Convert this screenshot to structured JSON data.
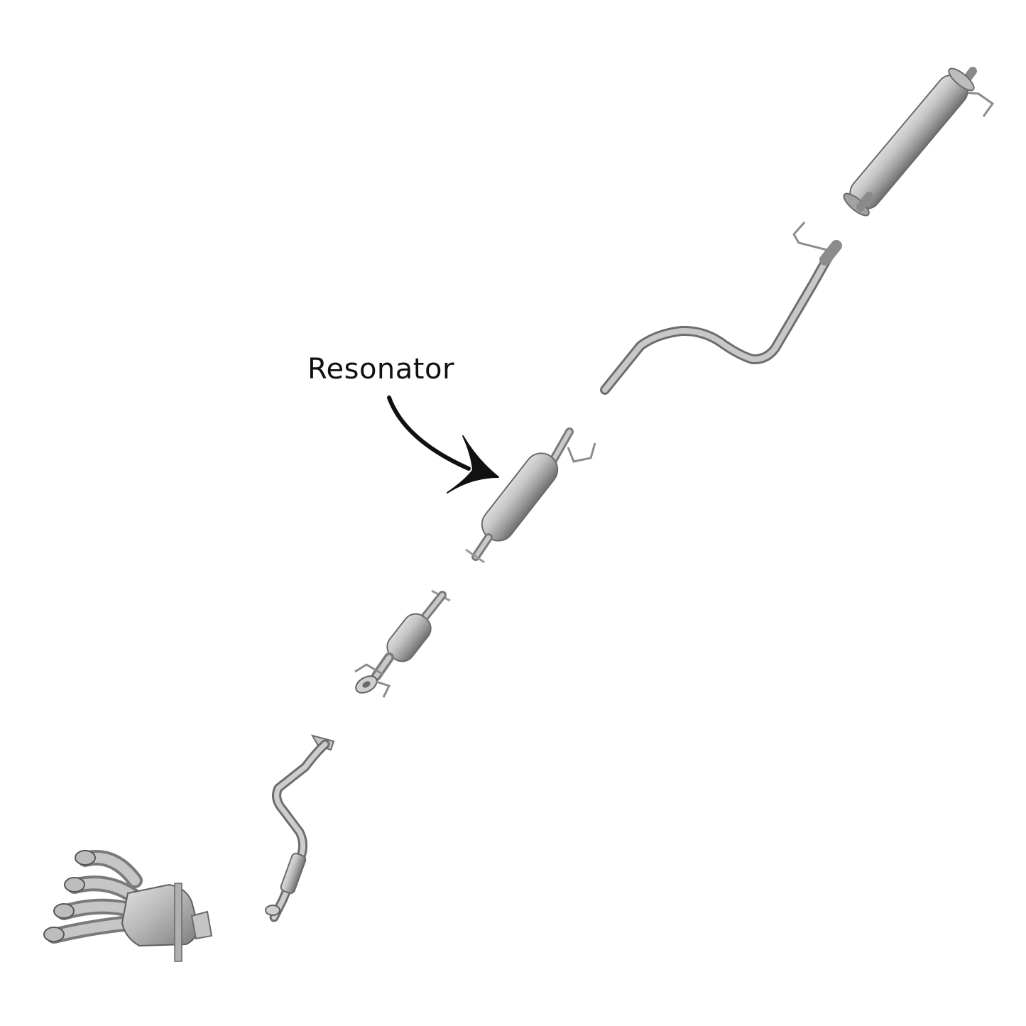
{
  "callout": {
    "label": "Resonator"
  },
  "colors": {
    "background": "#ffffff",
    "metal_light": "#d2d2d2",
    "metal_mid": "#a6a6a6",
    "metal_dark": "#6f6f6f",
    "outline": "#5a5a5a",
    "arrow": "#111111",
    "label": "#111111"
  },
  "parts": [
    {
      "id": "exhaust-manifold-catalytic-converter"
    },
    {
      "id": "front-pipe"
    },
    {
      "id": "catalytic-converter"
    },
    {
      "id": "resonator"
    },
    {
      "id": "intermediate-pipe"
    },
    {
      "id": "muffler"
    }
  ]
}
